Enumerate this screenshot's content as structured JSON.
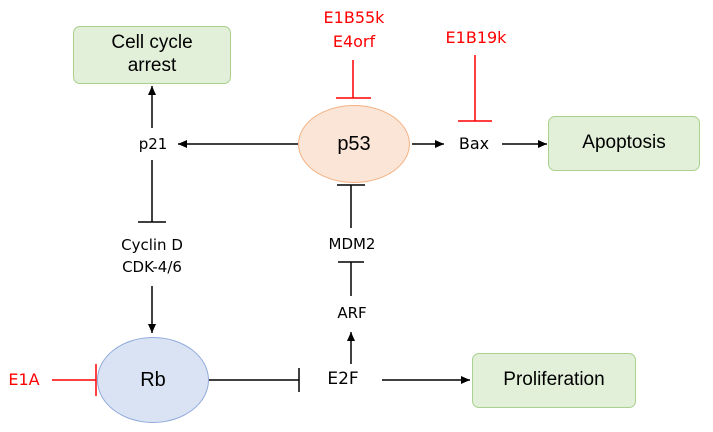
{
  "nodes": {
    "cell_cycle_arrest": [
      "Cell cycle",
      "arrest"
    ],
    "apoptosis": "Apoptosis",
    "proliferation": "Proliferation",
    "p53": "p53",
    "rb": "Rb",
    "p21": "p21",
    "bax": "Bax",
    "cyclin": [
      "Cyclin D",
      "CDK-4/6"
    ],
    "mdm2": "MDM2",
    "arf": "ARF",
    "e2f": "E2F"
  },
  "viral": {
    "e1b55k_e4orf": [
      "E1B55k",
      "E4orf"
    ],
    "e1b19k": "E1B19k",
    "e1a": "E1A"
  },
  "colors": {
    "activation": "#000000",
    "viral_inhibition": "#ff0000",
    "outcome_fill": "#e2efd9",
    "outcome_border": "#a9d08e",
    "p53_fill": "#fbe5d6",
    "p53_border": "#f4b183",
    "rb_fill": "#dae3f3",
    "rb_border": "#8faadc"
  }
}
